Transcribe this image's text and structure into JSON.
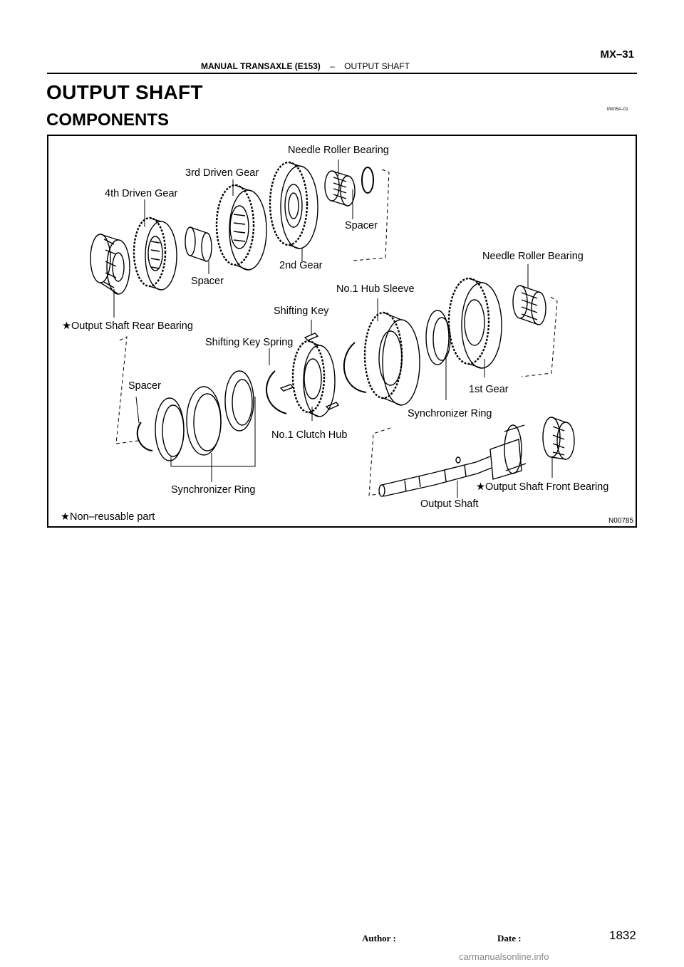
{
  "header": {
    "section": "MANUAL TRANSAXLE (E153)",
    "separator": "–",
    "subsection": "OUTPUT SHAFT",
    "page_code": "MX–31"
  },
  "title": "OUTPUT SHAFT",
  "subtitle": "COMPONENTS",
  "ref_code": "MX05A–01",
  "figure": {
    "code": "N00785",
    "legend": "★Non–reusable part",
    "labels": {
      "needle_roller_bearing_top": "Needle Roller Bearing",
      "third_driven_gear": "3rd Driven Gear",
      "fourth_driven_gear": "4th Driven Gear",
      "spacer_top_right": "Spacer",
      "needle_roller_bearing_right": "Needle Roller Bearing",
      "second_gear": "2nd Gear",
      "spacer_mid": "Spacer",
      "no1_hub_sleeve": "No.1 Hub Sleeve",
      "shifting_key": "Shifting Key",
      "output_shaft_rear_bearing": "★Output Shaft Rear Bearing",
      "shifting_key_spring": "Shifting Key Spring",
      "spacer_left": "Spacer",
      "first_gear": "1st Gear",
      "synchronizer_ring_right": "Synchronizer Ring",
      "no1_clutch_hub": "No.1 Clutch Hub",
      "output_shaft_front_bearing": "★Output Shaft Front Bearing",
      "synchronizer_ring_left": "Synchronizer Ring",
      "output_shaft": "Output Shaft"
    }
  },
  "footer": {
    "author_label": "Author :",
    "date_label": "Date :",
    "page_number": "1832",
    "watermark": "carmanualsonline.info"
  }
}
